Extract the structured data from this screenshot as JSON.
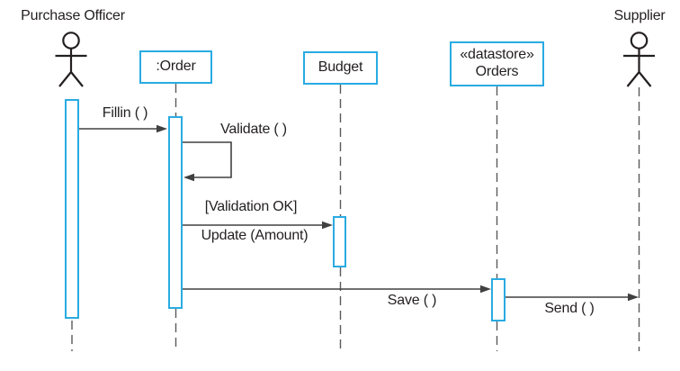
{
  "diagram": {
    "type": "uml-sequence-diagram",
    "colors": {
      "accent": "#29ABE2",
      "text": "#231F20",
      "message_line": "#404040",
      "lifeline": "#58595B"
    },
    "actors": [
      {
        "label": "Purchase Officer"
      },
      {
        "label": "Supplier"
      }
    ],
    "lifelines": [
      {
        "label": ":Order"
      },
      {
        "label": "Budget"
      },
      {
        "stereotype": "«datastore»",
        "label": "Orders"
      }
    ],
    "messages": [
      {
        "label": "Fillin ( )",
        "from": "Purchase Officer",
        "to": ":Order"
      },
      {
        "label": "Validate ( )",
        "from": ":Order",
        "to": ":Order"
      },
      {
        "guard": "[Validation OK]",
        "label": "Update (Amount)",
        "from": ":Order",
        "to": "Budget"
      },
      {
        "label": "Save ( )",
        "from": ":Order",
        "to": "«datastore» Orders"
      },
      {
        "label": "Send ( )",
        "from": "«datastore» Orders",
        "to": "Supplier"
      }
    ]
  }
}
